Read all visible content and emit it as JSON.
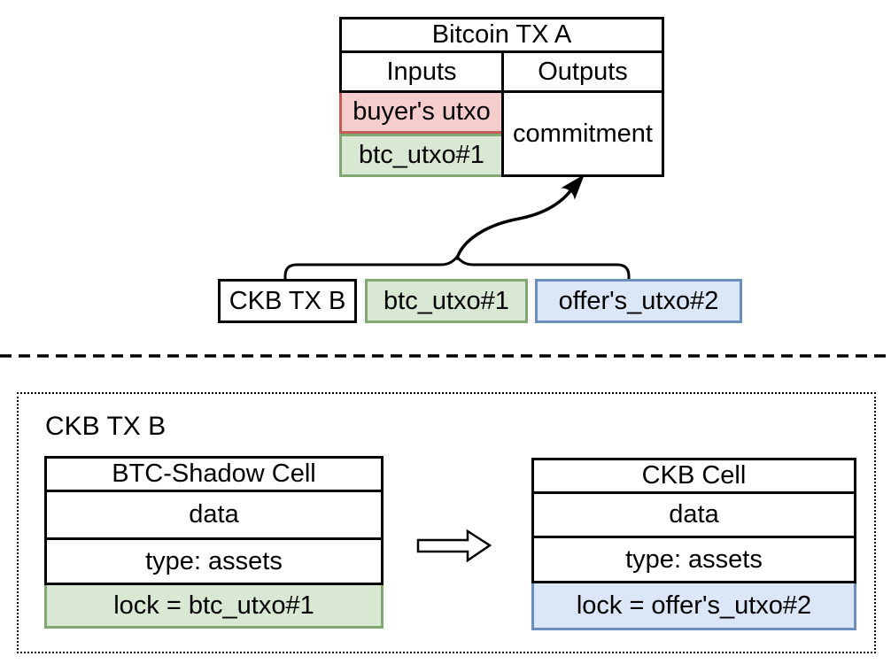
{
  "colors": {
    "stroke_black": "#000000",
    "red_fill": "#f6cdcd",
    "red_stroke": "#c45a55",
    "green_fill": "#d9e8d2",
    "green_stroke": "#81a872",
    "blue_fill": "#dbe6f7",
    "blue_stroke": "#6c8ebf"
  },
  "bitcoin_tx": {
    "title": "Bitcoin TX A",
    "inputs_header": "Inputs",
    "outputs_header": "Outputs",
    "input_row_red": "buyer's utxo",
    "input_row_green": "btc_utxo#1",
    "output_label": "commitment"
  },
  "middle_row": {
    "tx_label": "CKB TX B",
    "utxo_green": "btc_utxo#1",
    "utxo_blue": "offer's_utxo#2"
  },
  "ckb_section": {
    "label": "CKB TX B",
    "left_cell": {
      "title": "BTC-Shadow Cell",
      "rows": [
        "data",
        "type: assets"
      ],
      "lock": "lock = btc_utxo#1"
    },
    "right_cell": {
      "title": "CKB Cell",
      "rows": [
        "data",
        "type: assets"
      ],
      "lock": "lock = offer's_utxo#2"
    }
  },
  "icons": {
    "commitment_arrow": "curved-arrow-up",
    "grouping_brace": "curly-brace",
    "transform_arrow": "hollow-right-arrow",
    "separator": "dashed-line"
  }
}
